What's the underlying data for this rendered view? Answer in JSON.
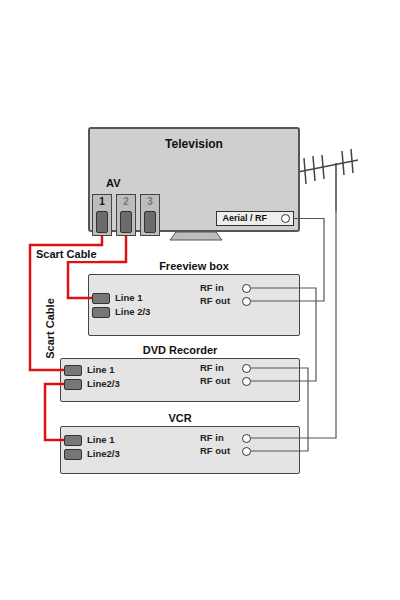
{
  "diagram": {
    "nodes": [
      {
        "text": [
          "Television"
        ]
      },
      {
        "text": [
          "1"
        ],
        "in": 0
      },
      {
        "text": [
          "2"
        ],
        "in": 0
      },
      {
        "text": [
          "3"
        ],
        "in": 0
      },
      {
        "text": [
          "Aerial / RF"
        ],
        "in": 0
      },
      {
        "text": [
          "Freeview box"
        ]
      },
      {
        "text": [
          "Line 1"
        ],
        "in": 5
      },
      {
        "text": [
          "Line 2/3"
        ],
        "in": 5
      },
      {
        "text": [
          "RF in"
        ],
        "in": 5
      },
      {
        "text": [
          "RF out"
        ],
        "in": 5
      },
      {
        "text": [
          "DVD Recorder"
        ]
      },
      {
        "text": [
          "Line 1"
        ],
        "in": 10
      },
      {
        "text": [
          "Line2/3"
        ],
        "in": 10
      },
      {
        "text": [
          "RF in"
        ],
        "in": 10
      },
      {
        "text": [
          "RF out"
        ],
        "in": 10
      },
      {
        "text": [
          "VCR"
        ]
      },
      {
        "text": [
          "Line 1"
        ],
        "in": 15
      },
      {
        "text": [
          "Line2/3"
        ],
        "in": 15
      },
      {
        "text": [
          "RF in"
        ],
        "in": 15
      },
      {
        "text": [
          "RF out"
        ],
        "in": 15
      }
    ],
    "edges": [
      {
        "from": 1,
        "to": 11,
        "arrow": "none",
        "label": "Scart Cable"
      },
      {
        "from": 2,
        "to": 6,
        "arrow": "none",
        "label": "Scart Cable"
      },
      {
        "from": 12,
        "to": 16,
        "arrow": "none"
      },
      {
        "from": 19,
        "to": 13,
        "arrow": "none"
      },
      {
        "from": 14,
        "to": 8,
        "arrow": "none"
      },
      {
        "from": 9,
        "to": 4,
        "arrow": "none"
      }
    ],
    "labels": [
      "AV"
    ]
  }
}
